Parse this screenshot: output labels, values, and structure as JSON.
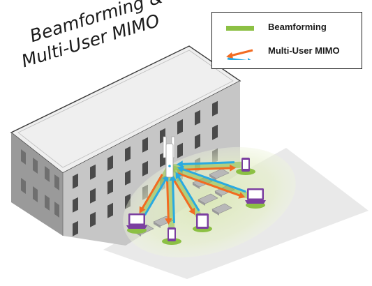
{
  "title": {
    "line1": "Beamforming &",
    "line2": "Multi-User MIMO"
  },
  "legend": {
    "items": [
      {
        "label": "Beamforming",
        "color": "#8cc044",
        "icon": "green-bar-icon"
      },
      {
        "label": "Multi-User MIMO",
        "colors": [
          "#f26b21",
          "#29aae1"
        ],
        "icon": "bidirectional-arrows-icon"
      }
    ]
  },
  "colors": {
    "beamforming": "#8cc044",
    "mu_mimo_orange": "#f26b21",
    "mu_mimo_blue": "#29aae1",
    "device_purple": "#7b3fa0",
    "building_face": "#c6c6c6",
    "building_side": "#8f8f8f",
    "roof": "#efefef"
  },
  "devices": [
    {
      "type": "phone",
      "name": "phone-top-right"
    },
    {
      "type": "laptop",
      "name": "laptop-right"
    },
    {
      "type": "tablet",
      "name": "tablet-bottom"
    },
    {
      "type": "phone",
      "name": "phone-bottom"
    },
    {
      "type": "laptop",
      "name": "laptop-left"
    }
  ],
  "access_point": {
    "icon": "access-point-icon"
  }
}
